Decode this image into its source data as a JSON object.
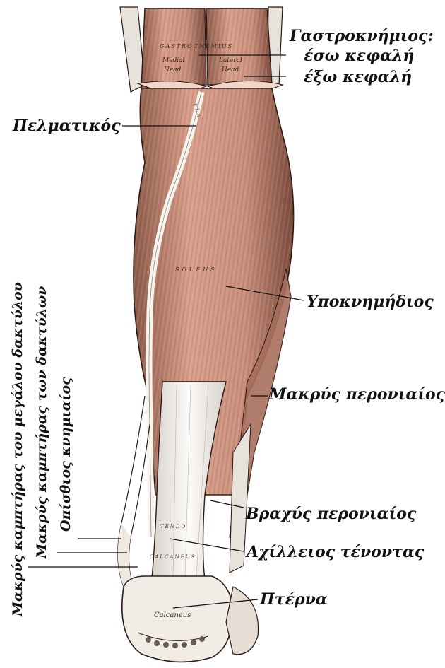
{
  "labels": {
    "gastrocnemius_title": "Γαστροκνήμιος:",
    "gastrocnemius_medial": "έσω κεφαλή",
    "gastrocnemius_lateral": "έξω κεφαλή",
    "plantaris": "Πελματικός",
    "soleus": "Υποκνημήδιος",
    "peroneus_longus": "Μακρύς περονιαίος",
    "peroneus_brevis": "Βραχύς περονιαίος",
    "achilles": "Αχίλλειος τένοντας",
    "heel": "Πτέρνα",
    "flexor_hallucis": "Μακρύς καμπτήρας του μεγάλου δακτύλου",
    "flexor_digitorum": "Μακρύς καμπτήρας των δακτύλων",
    "tibialis_posterior": "Οπίσθιος κνημιαίος"
  },
  "engraved": {
    "gastrocnemius": "GASTROCNEMIUS",
    "medial_head_1": "Medial",
    "medial_head_2": "Head",
    "lateral_head_1": "Lateral",
    "lateral_head_2": "Head",
    "plantaris": "PLA",
    "soleus": "SOLEUS",
    "tendo": "TENDO",
    "calcaneus_tendon": "CALCANEUS",
    "calcaneus_bone": "Calcaneus"
  },
  "colors": {
    "muscle": "#c98f7c",
    "muscle_light": "#e6b3a0",
    "muscle_dark": "#7a4a3c",
    "tendon": "#f4f1ee",
    "outline": "#2a1a14",
    "background": "#ffffff"
  }
}
